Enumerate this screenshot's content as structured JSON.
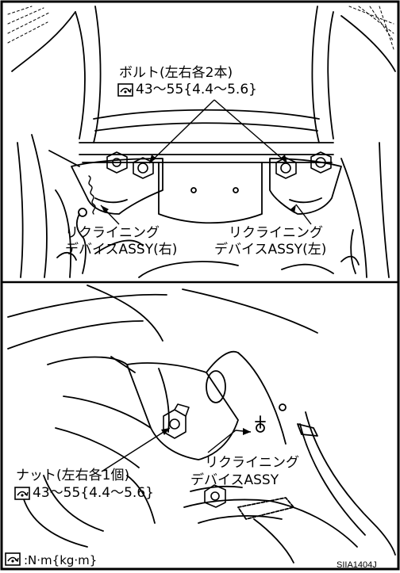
{
  "top_panel": {
    "bolt_title": "ボルト(左右各2本)",
    "bolt_torque": "43〜55{4.4〜5.6}",
    "right_device_line1": "リクライニング",
    "right_device_line2": "デバイスASSY(右)",
    "left_device_line1": "リクライニング",
    "left_device_line2": "デバイスASSY(左)"
  },
  "bottom_panel": {
    "nut_title": "ナット(左右各1個)",
    "nut_torque": "43〜55{4.4〜5.6}",
    "device_line1": "リクライニング",
    "device_line2": "デバイスASSY",
    "legend_unit": ":N·m{kg·m}",
    "figure_code": "SIIA1404J"
  },
  "icons": {
    "torque": "torque-wrench-icon"
  }
}
